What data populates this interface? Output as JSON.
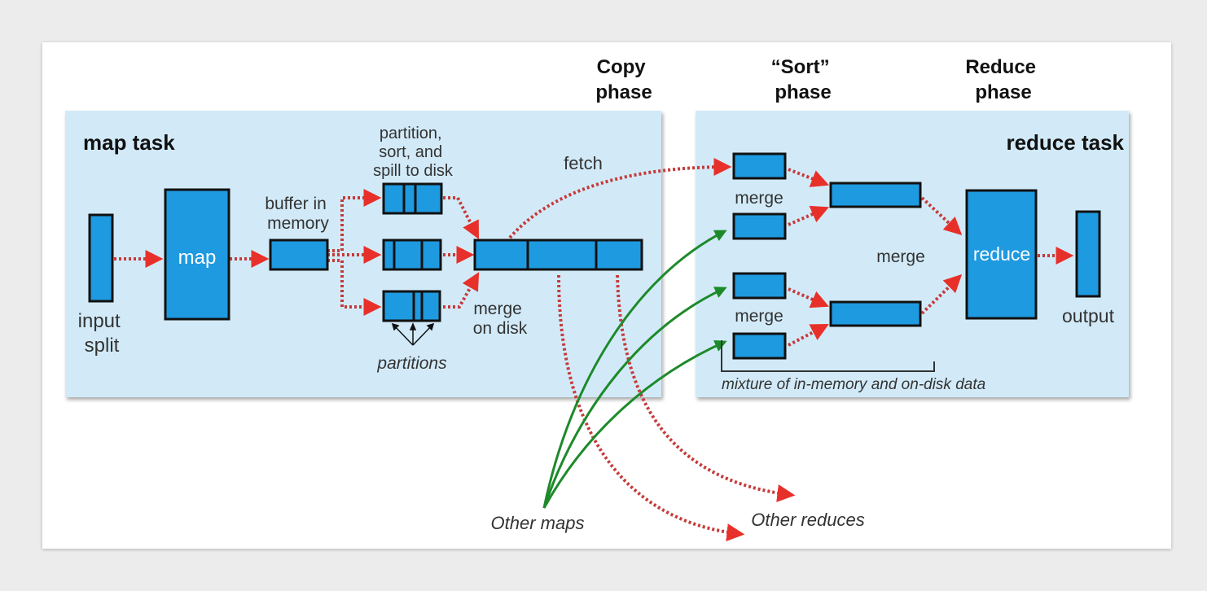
{
  "phases": {
    "copy": [
      "Copy",
      "phase"
    ],
    "sort": [
      "“Sort”",
      "phase"
    ],
    "reduce": [
      "Reduce",
      "phase"
    ]
  },
  "map_task": {
    "title": "map task",
    "input_split": [
      "input",
      "split"
    ],
    "map": "map",
    "buffer": [
      "buffer in",
      "memory"
    ],
    "spill": [
      "partition,",
      "sort, and",
      "spill to disk"
    ],
    "partitions": "partitions",
    "merge_on_disk": [
      "merge",
      "on disk"
    ],
    "fetch": "fetch"
  },
  "reduce_task": {
    "title": "reduce task",
    "merge_top": "merge",
    "merge_mid": "merge",
    "merge_bottom": "merge",
    "reduce": "reduce",
    "output": "output",
    "mixture": "mixture of in-memory and on-disk data"
  },
  "external": {
    "other_maps": "Other maps",
    "other_reduces": "Other reduces"
  },
  "colors": {
    "panel": "#d2eaf8",
    "box": "#1e9ae0",
    "arrow_red": "#e8302a",
    "dots_red": "#c63a3a",
    "arrow_green": "#1d8a2a"
  }
}
